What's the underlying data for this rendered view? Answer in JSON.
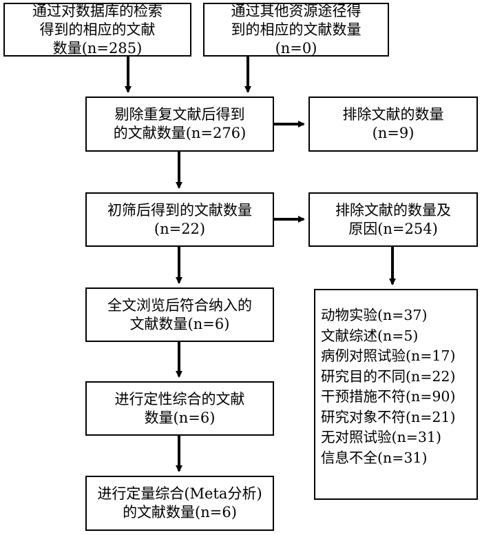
{
  "boxes": {
    "db_search": {
      "lines": [
        "通过对数据库的检索",
        "得到的相应的文献",
        "数量(n=285)"
      ]
    },
    "other_sources": {
      "lines": [
        "通过其他资源途径得",
        "到的相应的文献数量",
        "(n=0)"
      ]
    },
    "after_dedup": {
      "lines": [
        "剔除重复文献后得到",
        "的文献数量(n=276)"
      ]
    },
    "excluded_dup": {
      "lines": [
        "排除文献的数量",
        "(n=9)"
      ]
    },
    "after_screen": {
      "lines": [
        "初筛后得到的文献数量",
        "(n=22)"
      ]
    },
    "excluded_reasons": {
      "lines": [
        "排除文献的数量及",
        "原因(n=254)"
      ]
    },
    "full_text": {
      "lines": [
        "全文浏览后符合纳入的",
        "文献数量(n=6)"
      ]
    },
    "qualitative": {
      "lines": [
        "进行定性综合的文献",
        "数量(n=6)"
      ]
    },
    "quantitative": {
      "lines": [
        "进行定量综合(Meta分析)",
        "的文献数量(n=6)"
      ]
    },
    "reasons_list": {
      "lines": [
        "动物实验(n=37)",
        "文献综述(n=5)",
        "病例对照试验(n=17)",
        "研究目的不同(n=22)",
        "干预措施不符(n=90)",
        "研究对象不符(n=21)",
        "无对照试验(n=31)",
        "信息不全(n=31)"
      ]
    }
  }
}
